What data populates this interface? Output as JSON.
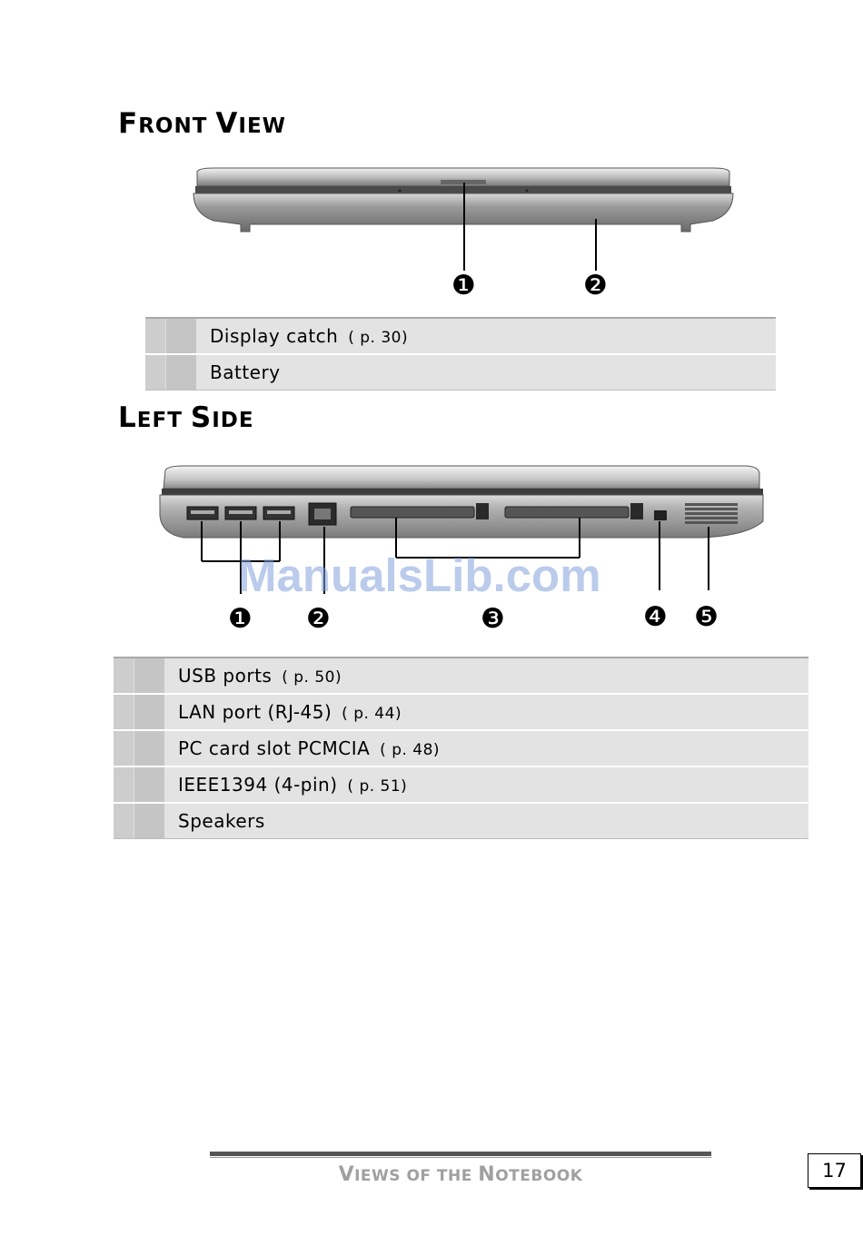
{
  "front_view": {
    "title_cap1": "F",
    "title_rest1": "RONT ",
    "title_cap2": "V",
    "title_rest2": "IEW",
    "callouts": [
      "❶",
      "❷"
    ],
    "parts": [
      {
        "label": "Display catch",
        "ref": "(    p. 30)"
      },
      {
        "label": "Battery",
        "ref": ""
      }
    ]
  },
  "left_side": {
    "title_cap1": "L",
    "title_rest1": "EFT ",
    "title_cap2": "S",
    "title_rest2": "IDE",
    "callouts": [
      "❶",
      "❷",
      "❸",
      "❹",
      "❺"
    ],
    "parts": [
      {
        "label": "USB ports",
        "ref": "(    p. 50)"
      },
      {
        "label": "LAN port (RJ-45)",
        "ref": "(    p. 44)"
      },
      {
        "label": "PC card slot PCMCIA",
        "ref": "(    p. 48)"
      },
      {
        "label": "IEEE1394 (4-pin)",
        "ref": "(    p. 51)"
      },
      {
        "label": "Speakers",
        "ref": ""
      }
    ]
  },
  "watermark": "ManualsLib.com",
  "footer": {
    "cap1": "V",
    "rest1": "IEWS OF THE ",
    "cap2": "N",
    "rest2": "OTEBOOK",
    "page_number": "17"
  }
}
